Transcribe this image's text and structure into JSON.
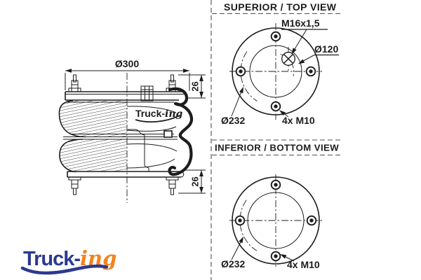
{
  "side_view": {
    "dim_diameter": "Ø300",
    "dim_top_plate_height": "26",
    "dim_bottom_plate_height": "26",
    "brand_bold": "Truck-",
    "brand_script": "ing"
  },
  "top_view": {
    "title": "SUPERIOR / TOP VIEW",
    "label_center_thread": "M16x1,5",
    "label_inner_pitch_diameter": "Ø120",
    "label_bolt_pitch_diameter": "Ø232",
    "label_bolt_count": "4x M10"
  },
  "bottom_view": {
    "title": "INFERIOR / BOTTOM VIEW",
    "label_bolt_pitch_diameter": "Ø232",
    "label_bolt_count": "4x M10"
  },
  "footer_logo": {
    "brand_bold": "Truck-",
    "brand_script": "ing"
  },
  "colors": {
    "ink": "#1c1c1c",
    "divider": "#4d4d4d",
    "logo_blue": "#2b3990",
    "logo_orange": "#f5821f"
  }
}
